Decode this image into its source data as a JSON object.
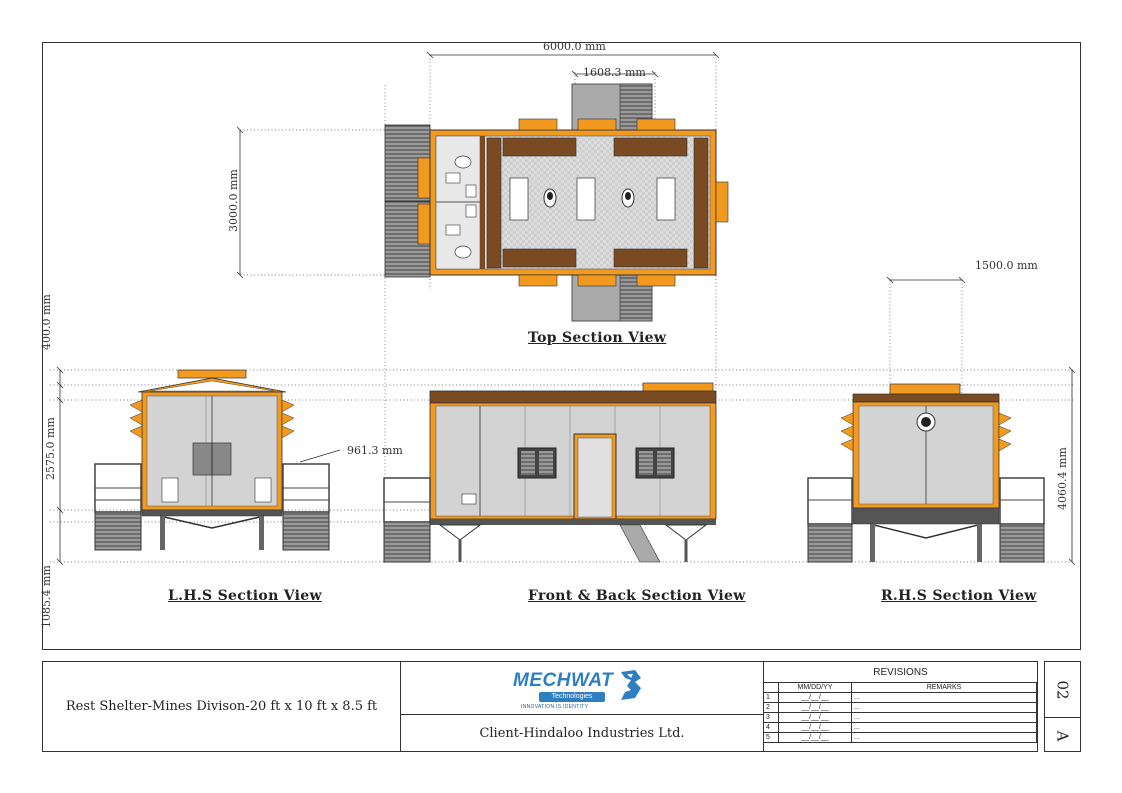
{
  "dimensions": {
    "overall_length": "6000.0 mm",
    "door_width": "1608.3 mm",
    "width": "3000.0 mm",
    "end_platform": "1500.0 mm",
    "roof_height": "400.0 mm",
    "wall_height": "2575.0 mm",
    "base_height": "1085.4 mm",
    "stair_height": "961.3 mm",
    "total_height": "4060.4 mm"
  },
  "views": {
    "top": "Top Section View",
    "lhs": "L.H.S Section View",
    "front_back": "Front & Back Section View",
    "rhs": "R.H.S Section View"
  },
  "title_block": {
    "project": "Rest Shelter-Mines Divison-20 ft x 10 ft x 8.5 ft",
    "client": "Client-Hindaloo Industries Ltd.",
    "logo": {
      "word": "MECHWAT",
      "sub": "Technologies",
      "tagline": "INNOVATION IS IDENTITY"
    },
    "revisions": {
      "title": "REVISIONS",
      "col_date": "MM/DD/YY",
      "col_remarks": "REMARKS",
      "rows": [
        {
          "no": "1",
          "date": "__/__/__",
          "remark": "..."
        },
        {
          "no": "2",
          "date": "__/__/__",
          "remark": "..."
        },
        {
          "no": "3",
          "date": "__/__/__",
          "remark": "..."
        },
        {
          "no": "4",
          "date": "__/__/__",
          "remark": "..."
        },
        {
          "no": "5",
          "date": "__/__/__",
          "remark": "..."
        }
      ]
    },
    "sheet_no": "02",
    "sheet_size": "A"
  },
  "colors": {
    "orange": "#f29a1f",
    "brown": "#7a4a22",
    "floor": "#d8d8d8",
    "wall": "#d3d3d3",
    "steel": "#555555",
    "logo_blue": "#2e7fc1"
  }
}
